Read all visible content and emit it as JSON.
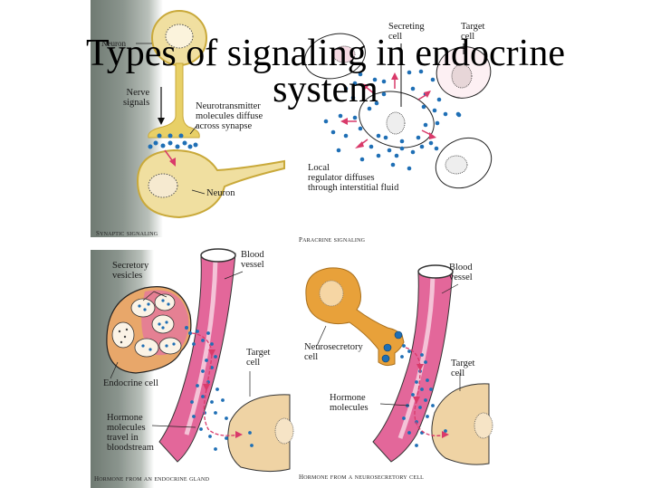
{
  "slide": {
    "title_line1": "Types of signaling in endocrine",
    "title_line2": "system"
  },
  "panels": {
    "synaptic": {
      "caption": "Synaptic signaling",
      "labels": {
        "neuron_top": "Neuron",
        "nerve_signals": "Nerve\nsignals",
        "neurotransmitter": "Neurotransmitter\nmolecules diffuse\nacross synapse",
        "neuron_bottom": "Neuron"
      }
    },
    "paracrine": {
      "caption": "Paracrine signaling",
      "labels": {
        "secreting_cell": "Secreting\ncell",
        "target_cell": "Target\ncell",
        "local_regulator": "Local\nregulator diffuses\nthrough interstitial fluid"
      }
    },
    "endocrine_gland": {
      "caption": "Hormone from an endocrine gland",
      "labels": {
        "secretory_vesicles": "Secretory\nvesicles",
        "blood_vessel": "Blood\nvessel",
        "endocrine_cell": "Endocrine cell",
        "target_cell": "Target\ncell",
        "hormone_molecules": "Hormone\nmolecules\ntravel in\nbloodstream"
      }
    },
    "neurosecretory": {
      "caption": "Hormone from a neurosecretory cell",
      "labels": {
        "blood_vessel": "Blood\nvessel",
        "neurosecretory_cell": "Neurosecretory\ncell",
        "target_cell": "Target\ncell",
        "hormone_molecules": "Hormone\nmolecules"
      }
    }
  },
  "colors": {
    "neuron_yellow": "#e8d067",
    "neuron_fill": "#f0dfa0",
    "molecule_blue": "#1f6fb5",
    "arrow_red": "#d93a6a",
    "vessel_pink": "#e3679a",
    "cell_tan": "#efd3a4",
    "neurosecretory_orange": "#e8a13a",
    "gray_strip": "#7d8780"
  }
}
